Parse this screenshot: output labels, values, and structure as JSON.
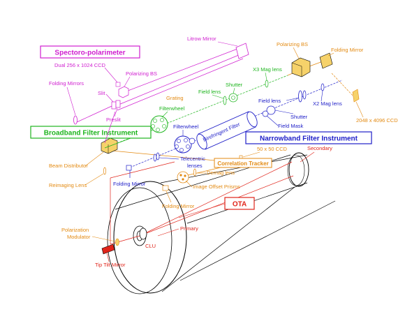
{
  "colors": {
    "magenta": "#d01fd0",
    "green": "#1eb51e",
    "blue": "#1e1ec8",
    "red": "#e0241a",
    "orange": "#e38a12",
    "black": "#000000"
  },
  "boxes": {
    "spectro": "Spectoro-polarimeter",
    "broadband": "Broadband Filter Instrument",
    "narrowband": "Narrowband Filter Instrument",
    "correlation": "Correlation Tracker",
    "ota": "OTA"
  },
  "labels": {
    "dual_ccd": "Dual 256 x 1024 CCD",
    "polarizing_bs_sp": "Polarizing BS",
    "folding_mirrors": "Folding Mirrors",
    "slit": "Slit",
    "preslit": "Preslit",
    "grating": "Grating",
    "litrow_mirror": "Litrow Mirror",
    "polarizing_bs_nfi": "Polarizing BS",
    "folding_mirror_tr": "Folding Mirror",
    "x3_mag": "X3 Mag lens",
    "shutter_top": "Shutter",
    "field_lens_a": "Field lens",
    "filterwheel_top": "Filterwheel",
    "field_lens_b": "Field lens",
    "x2_mag": "X2 Mag lens",
    "shutter_right": "Shutter",
    "field_mask": "Field Mask",
    "ccd_2048": "2048 x 4096 CCD",
    "filterwheel_mid": "Filterwheel",
    "birefringent": "Birefringent Filter",
    "telecentric": "Telecentric",
    "lenses": "lenses",
    "beam_distributor": "Beam Distributor",
    "reimaging_lens": "Reimaging Lens",
    "folding_mirror_a": "Folding Mirror",
    "ccd_50": "50 x 50 CCD",
    "secondary": "Secondary",
    "demag": "Demag lens",
    "image_offset": "Image Offset Prisms",
    "folding_mirror_b": "Folding Mirror",
    "polarization": "Polarization",
    "modulator": "Modulator",
    "primary": "Primary",
    "clu": "CLU",
    "tip_tilt": "Tip Tilt Mirror"
  }
}
